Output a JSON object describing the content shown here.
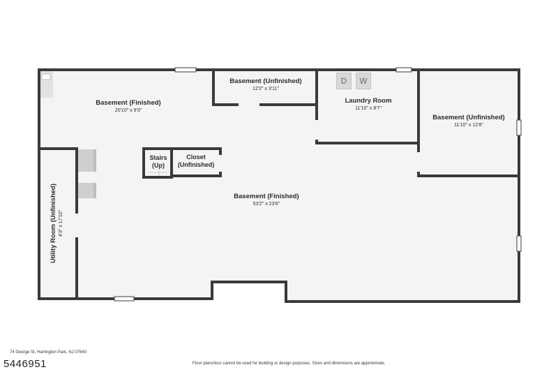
{
  "rooms": [
    {
      "name": "Basement (Finished)",
      "dims": "20'10\" x 9'3\""
    },
    {
      "name": "Basement (Unfinished)",
      "dims": "12'2\" x 3'11\""
    },
    {
      "name": "Laundry Room",
      "dims": "11'10\" x 8'7\""
    },
    {
      "name": "Basement (Unfinished)",
      "dims": "11'10\" x 12'8\""
    },
    {
      "name": "Stairs\n(Up)",
      "dims": ""
    },
    {
      "name": "Closet\n(Unfinished)",
      "dims": ""
    },
    {
      "name": "Basement (Finished)",
      "dims": "53'2\" x 23'6\""
    },
    {
      "name": "Utility Room (Unfinished)",
      "dims": "4'3\" x 17'10\""
    }
  ],
  "appliances": {
    "dryer": "D",
    "washer": "W"
  },
  "footer": {
    "address": "74 George St, Harrington Park, NJ 07640",
    "disclaimer": "Floor plans/tour cannot be used for building or design purposes. Sizes and dimensions are approximate.",
    "listing_id": "5446951"
  },
  "colors": {
    "wall": "#3a3a3a",
    "floor": "#f4f4f4",
    "fixture": "#d9d9d9"
  }
}
